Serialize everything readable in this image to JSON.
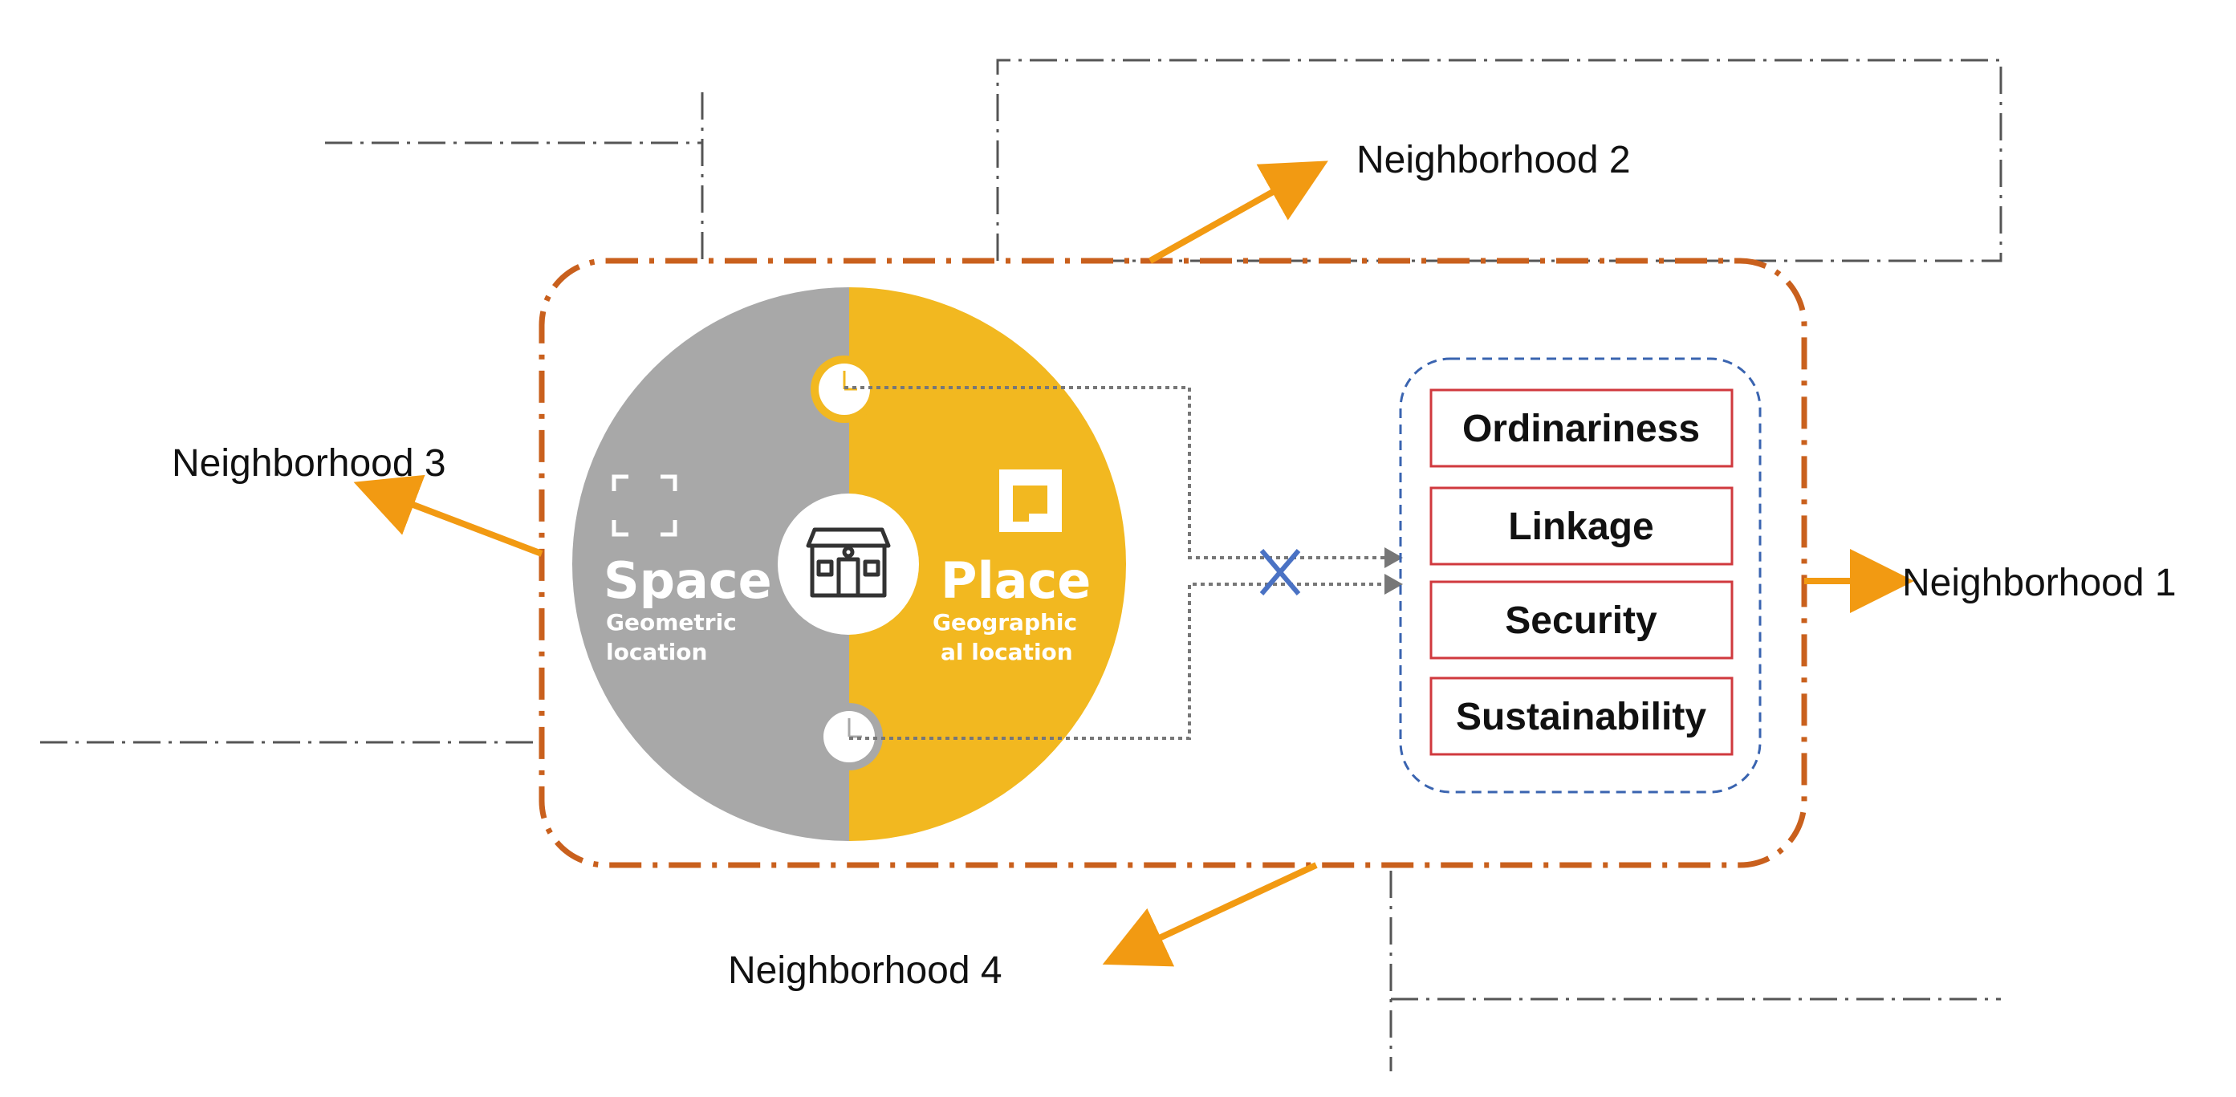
{
  "neighborhoods": {
    "n1": "Neighborhood 1",
    "n2": "Neighborhood 2",
    "n3": "Neighborhood 3",
    "n4": "Neighborhood 4"
  },
  "space": {
    "title": "Space",
    "subtitle_line1": "Geometric",
    "subtitle_line2": "location",
    "icon": "frame-corners-icon"
  },
  "place": {
    "title": "Place",
    "subtitle_line1": "Geographic",
    "subtitle_line2": "al location",
    "icon": "folded-square-icon"
  },
  "center_icon": "building-icon",
  "time_icons": [
    "clock-icon",
    "clock-icon"
  ],
  "qualities": [
    "Ordinariness",
    "Linkage",
    "Security",
    "Sustainability"
  ],
  "colors": {
    "space_gray": "#a8a8a8",
    "place_yellow": "#f2b820",
    "boundary_orange": "#c9601d",
    "arrow_orange": "#f29a12",
    "quality_border": "#d0393e",
    "group_border": "#3a64b0",
    "cross": "#4a72c4",
    "dashdot_lines": "#555555"
  }
}
